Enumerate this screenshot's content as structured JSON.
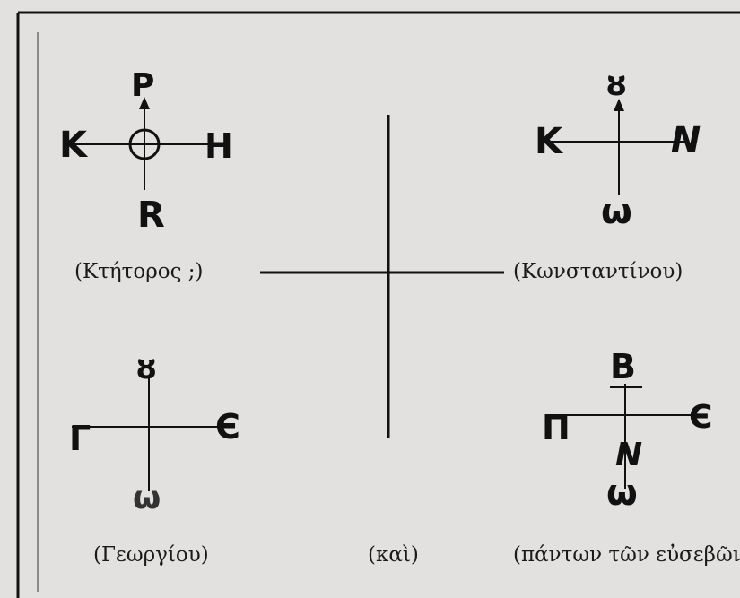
{
  "monograms": {
    "top_left": {
      "top": "P",
      "left": "K",
      "right": "H",
      "bottom": "R",
      "caption": "(Κτήτορος ;)"
    },
    "top_right": {
      "top": "ȣ",
      "left": "K",
      "right": "N",
      "bottom": "ω",
      "caption": "(Κωνσταντίνου)"
    },
    "bottom_left": {
      "top": "ȣ",
      "left": "Γ",
      "right": "Є",
      "bottom": "ω",
      "caption": "(Γεωργίου)"
    },
    "bottom_right": {
      "top": "B",
      "left": "Π",
      "right": "Є",
      "middle": "N",
      "bottom": "ω",
      "caption": "(πάντων τῶν εὐσεβῶν)"
    },
    "center": {
      "caption": "(καὶ)"
    }
  }
}
